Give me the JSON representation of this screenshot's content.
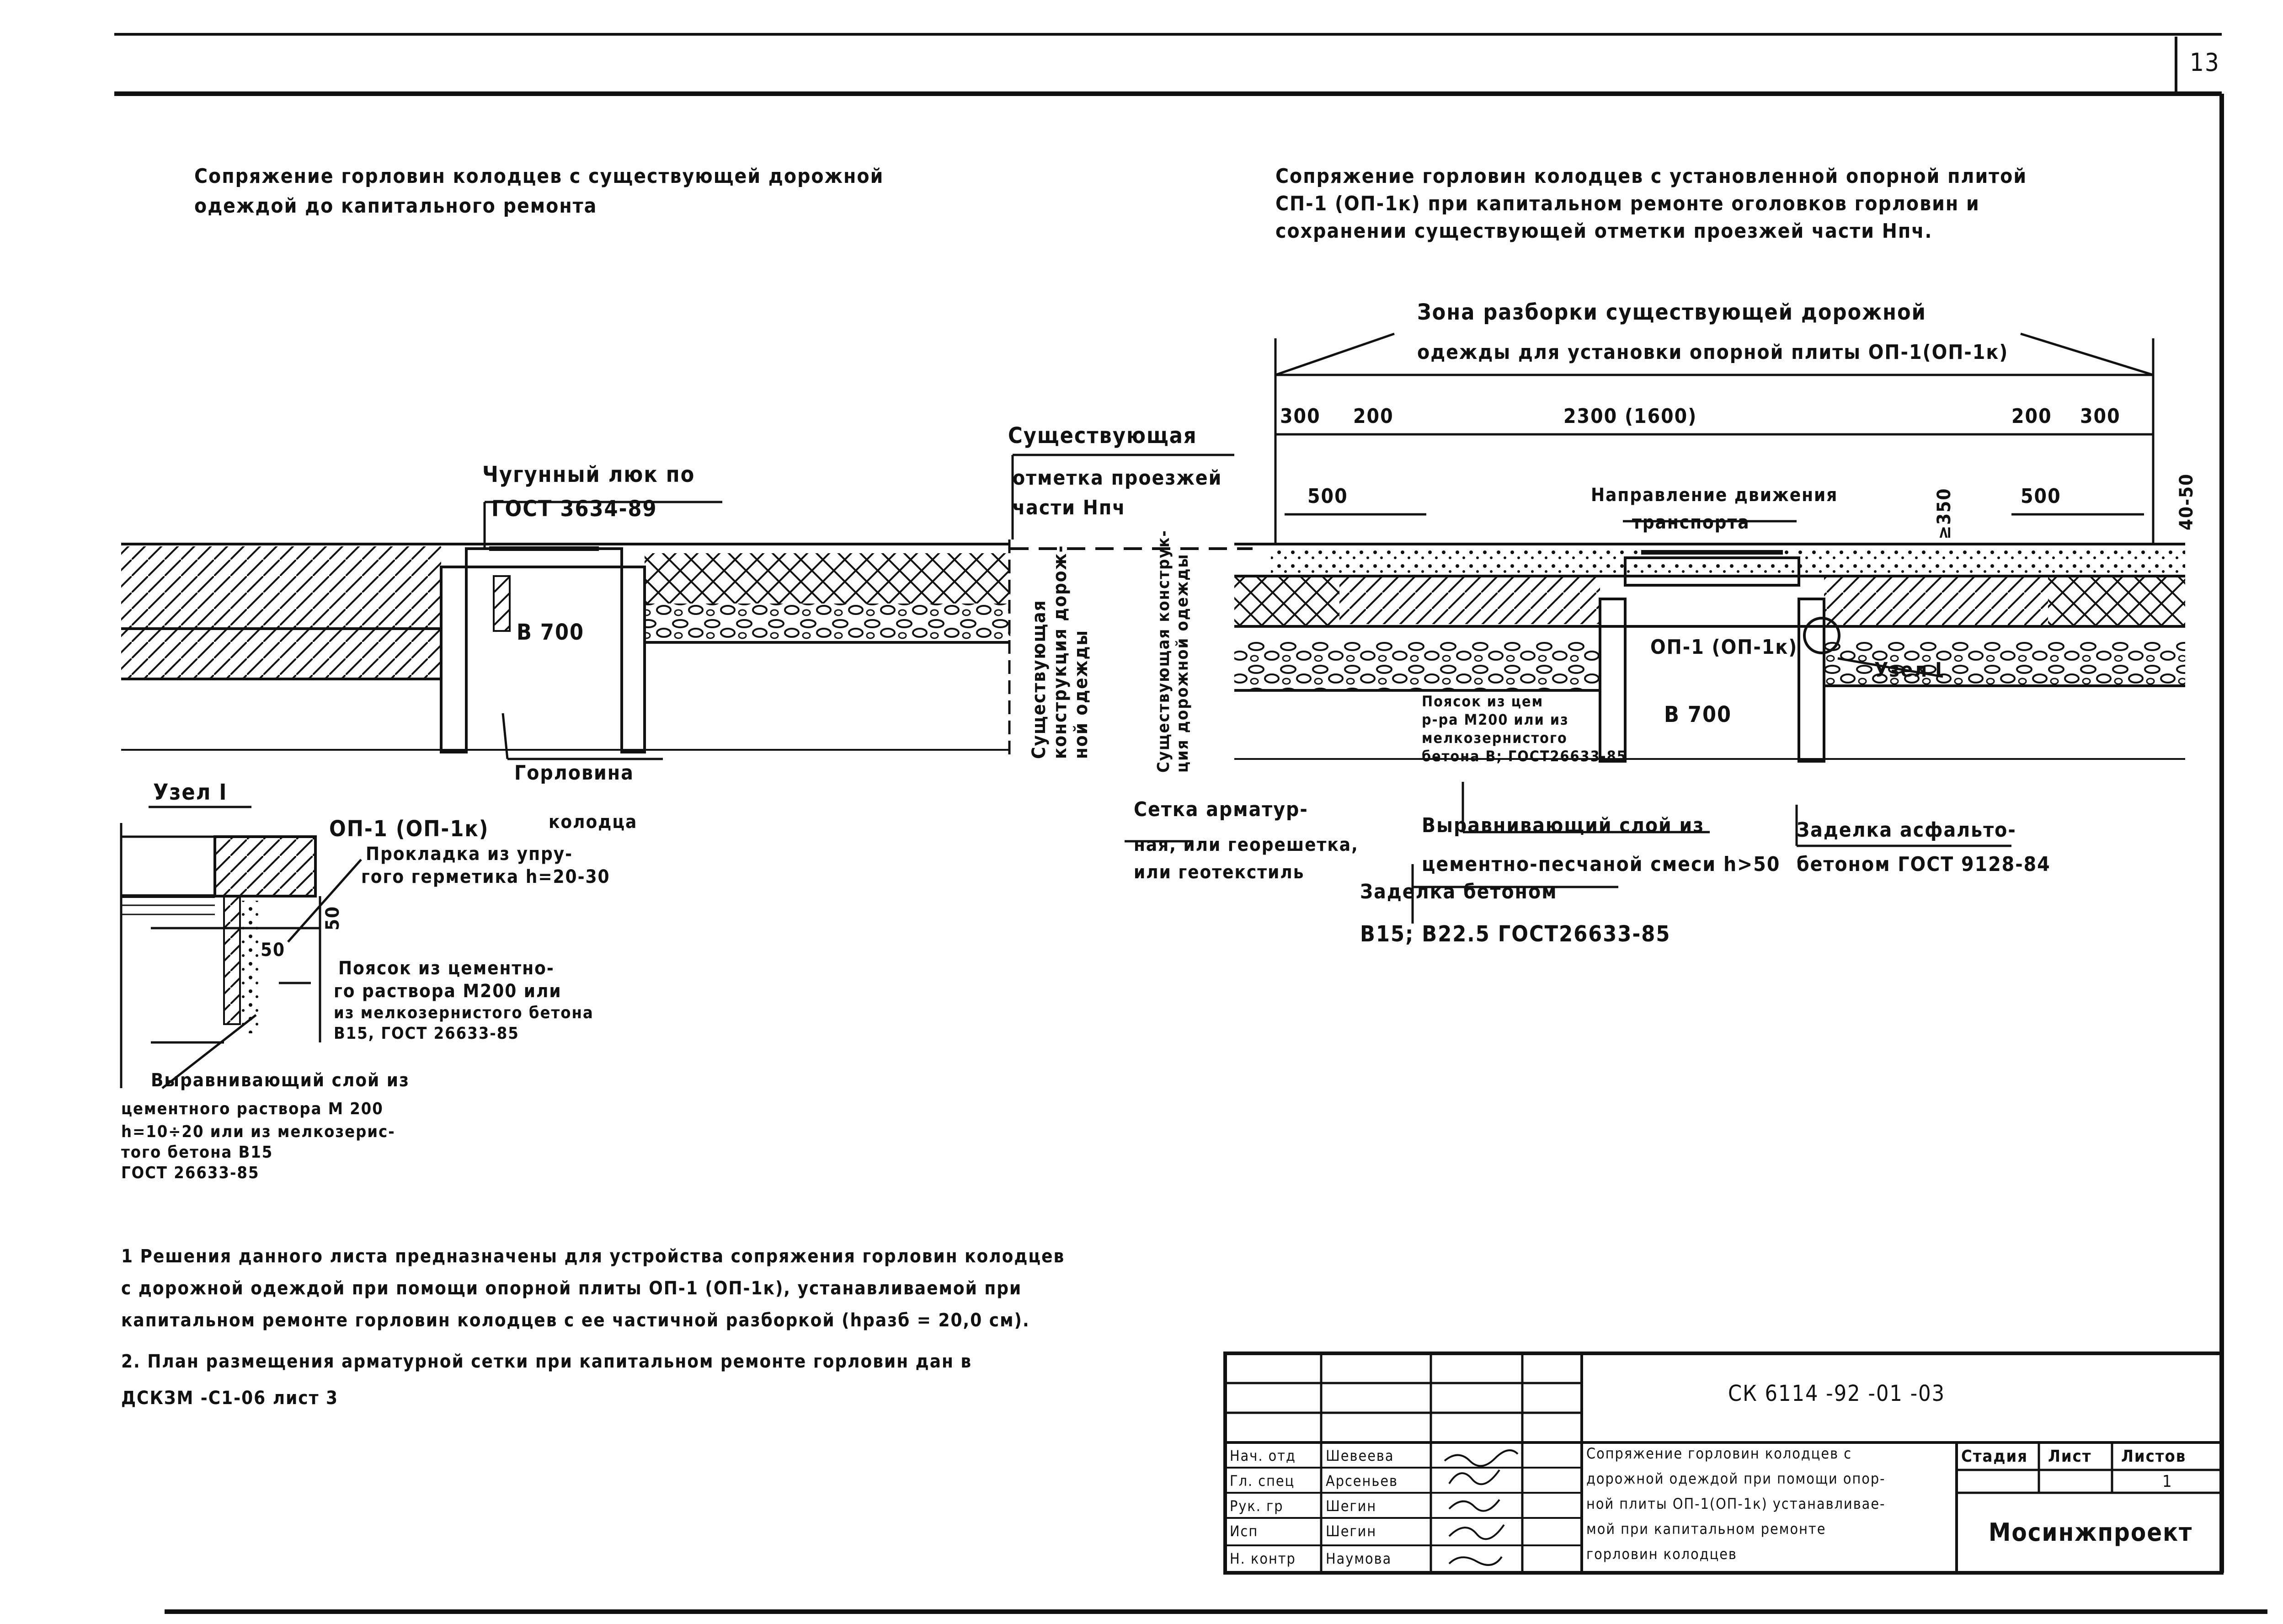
{
  "sheet": {
    "number": "13"
  },
  "left_section": {
    "title_line1": "Сопряжение горловин колодцев с существующей дорожной",
    "title_line2": "одеждой до капитального ремонта",
    "hatch_label_line1": "Чугунный люк по",
    "hatch_label_line2": "ГОСТ 3634-89",
    "pipe_label": "В 700",
    "throat_label_line1": "Горловина",
    "throat_label_line2": "колодца",
    "existing_level_line1": "Существующая",
    "existing_level_line2": "отметка проезжей",
    "existing_level_line3": "части Нпч",
    "existing_construction_line1": "Существующая",
    "existing_construction_line2": "конструкция дорож-",
    "existing_construction_line3": "ной одежды"
  },
  "node": {
    "title": "Узел I",
    "plate_label": "ОП-1 (ОП-1к)",
    "gasket_line1": "Прокладка из упру-",
    "gasket_line2": "гого герметика h=20-30",
    "dim_50_a": "50",
    "dim_50_b": "50",
    "belt_line1": "Поясок из цементно-",
    "belt_line2": "го раствора М200 или",
    "belt_line3": "из мелкозернистого бетона",
    "belt_line4": "В15, ГОСТ 26633-85",
    "leveling_line1": "Выравнивающий слой из",
    "leveling_line2": "цементного раствора М 200",
    "leveling_line3": "h=10÷20 или из мелкозерис-",
    "leveling_line4": "того бетона В15",
    "leveling_line5": "ГОСТ 26633-85"
  },
  "right_section": {
    "title_line1": "Сопряжение горловин колодцев с установленной опорной плитой",
    "title_line2": "СП-1 (ОП-1к) при капитальном ремонте оголовков горловин и",
    "title_line3": "сохранении существующей отметки проезжей части Нпч.",
    "zone_line1": "Зона разборки существующей дорожной",
    "zone_line2": "одежды для установки опорной плиты ОП-1(ОП-1к)",
    "dim_300_left": "300",
    "dim_200_left": "200",
    "dim_center": "2300 (1600)",
    "dim_200_right": "200",
    "dim_300_right": "300",
    "dim_500_left": "500",
    "dim_500_right": "500",
    "dim_350": "≥350",
    "dim_40_50": "40-50",
    "direction_line1": "Направление движения",
    "direction_line2": "транспорта",
    "plate_label": "ОП-1 (ОП-1к)",
    "pipe_label": "В 700",
    "node_ref": "Узел I",
    "existing_construction_line1": "Существующая конструк-",
    "existing_construction_line2": "ция дорожной одежды",
    "belt_line1": "Поясок из цем",
    "belt_line2": "р-ра М200 или из",
    "belt_line3": "мелкозернистого",
    "belt_line4": "бетона В; ГОСТ26633-85",
    "mesh_line1": "Сетка арматур-",
    "mesh_line2": "ная, или георешетка,",
    "mesh_line3": "или геотекстиль",
    "leveling_line1": "Выравнивающий слой из",
    "leveling_line2": "цементно-песчаной смеси h>50",
    "concrete_line1": "Заделка бетоном",
    "concrete_line2": "В15; В22.5 ГОСТ26633-85",
    "asphalt_line1": "Заделка асфальто-",
    "asphalt_line2": "бетоном ГОСТ 9128-84"
  },
  "notes": {
    "line1": "1 Решения данного листа предназначены для устройства сопряжения горловин колодцев",
    "line2": "с дорожной одеждой при помощи опорной плиты ОП-1 (ОП-1к), устанавливаемой при",
    "line3": "капитальном ремонте горловин колодцев с ее частичной разборкой (hразб = 20,0 см).",
    "line4": "2. План размещения арматурной сетки при капитальном ремонте горловин дан в",
    "line5": "ДСКЗМ -С1-06 лист 3"
  },
  "title_block": {
    "code": "СК 6114 -92 -01 -03",
    "description_line1": "Сопряжение горловин колодцев с",
    "description_line2": "дорожной одеждой при помощи опор-",
    "description_line3": "ной плиты ОП-1(ОП-1к) устанавливае-",
    "description_line4": "мой при капитальном ремонте",
    "description_line5": "горловин колодцев",
    "stage_header": "Стадия",
    "sheet_header": "Лист",
    "sheets_header": "Листов",
    "sheet_value": "1",
    "organization": "Мосинжпроект",
    "signatures": [
      {
        "role": "Нач. отд",
        "name": "Шевеева"
      },
      {
        "role": "Гл. спец",
        "name": "Арсеньев"
      },
      {
        "role": "Рук. гр",
        "name": "Шегин"
      },
      {
        "role": "Исп",
        "name": "Шегин"
      },
      {
        "role": "Н. контр",
        "name": "Наумова"
      }
    ]
  }
}
